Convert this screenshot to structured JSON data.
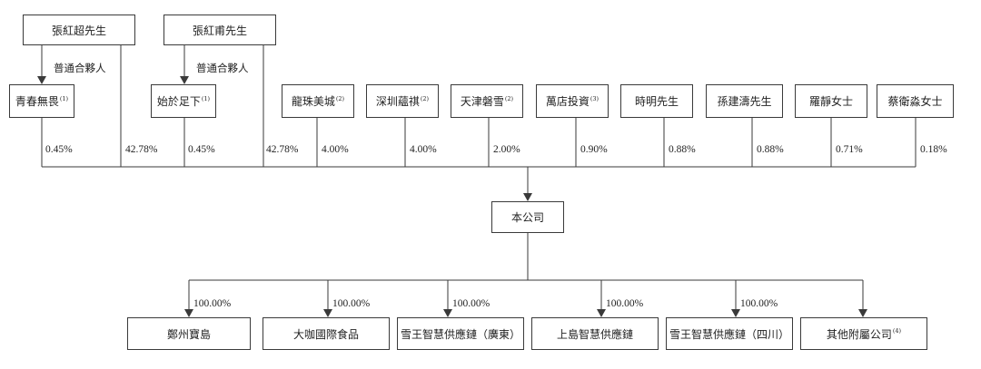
{
  "persons": {
    "zhang_hongchao": "張紅超先生",
    "zhang_hongfu": "張紅甫先生"
  },
  "partner_label": "普通合夥人",
  "holders": [
    {
      "name": "青春無畏",
      "note": "(1)",
      "pct": "0.45%"
    },
    {
      "name": "始於足下",
      "note": "(1)",
      "pct": "0.45%"
    },
    {
      "name": "龍珠美城",
      "note": "(2)",
      "pct": "4.00%"
    },
    {
      "name": "深圳蘊祺",
      "note": "(2)",
      "pct": "4.00%"
    },
    {
      "name": "天津磐雪",
      "note": "(2)",
      "pct": "2.00%"
    },
    {
      "name": "萬店投資",
      "note": "(3)",
      "pct": "0.90%"
    },
    {
      "name": "時明先生",
      "note": "",
      "pct": "0.88%"
    },
    {
      "name": "孫建濤先生",
      "note": "",
      "pct": "0.88%"
    },
    {
      "name": "羅靜女士",
      "note": "",
      "pct": "0.71%"
    },
    {
      "name": "蔡衛淼女士",
      "note": "",
      "pct": "0.18%"
    }
  ],
  "direct_pcts": [
    "42.78%",
    "42.78%"
  ],
  "company": "本公司",
  "subsidiaries": [
    {
      "name": "鄭州寶島",
      "note": "",
      "pct": "100.00%"
    },
    {
      "name": "大咖國際食品",
      "note": "",
      "pct": "100.00%"
    },
    {
      "name": "雪王智慧供應鏈（廣東）",
      "note": "",
      "pct": "100.00%"
    },
    {
      "name": "上島智慧供應鏈",
      "note": "",
      "pct": "100.00%"
    },
    {
      "name": "雪王智慧供應鏈（四川）",
      "note": "",
      "pct": "100.00%"
    },
    {
      "name": "其他附屬公司",
      "note": "(4)",
      "pct": ""
    }
  ]
}
